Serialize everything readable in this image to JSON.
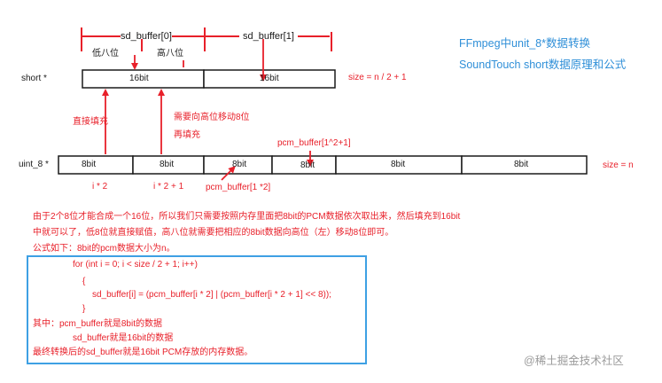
{
  "title": {
    "line1": "FFmpeg中unit_8*数据转换",
    "line2": "SoundTouch short数据原理和公式"
  },
  "labels": {
    "sd_buffer_0": "sd_buffer[0]",
    "sd_buffer_1": "sd_buffer[1]",
    "low_byte": "低八位",
    "high_byte": "高八位",
    "short_row": "short *",
    "uint8_row": "uint_8 *",
    "short_size": "size = n / 2 + 1",
    "uint8_size": "size = n",
    "direct_fill": "直接填充",
    "shift_fill_1": "需要向高位移动8位",
    "shift_fill_2": "再填充",
    "pcm_i2p1": "pcm_buffer[1^2+1]",
    "pcm_1x2": "pcm_buffer[1 *2]",
    "idx_i2": "i * 2",
    "idx_i2p1": "i * 2 + 1"
  },
  "short_cells": [
    "16bit",
    "16bit"
  ],
  "uint8_cells": [
    "8bit",
    "8bit",
    "8bit",
    "8bit",
    "8bit",
    "8bit"
  ],
  "explanation": {
    "line1": "由于2个8位才能合成一个16位，所以我们只需要按照内存里面把8bit的PCM数据依次取出来，然后填充到16bit",
    "line2": "中就可以了，低8位就直接赋值，高八位就需要把相应的8bit数据向高位（左）移动8位即可。",
    "line3": "公式如下：8bit的pcm数据大小为n。"
  },
  "code": {
    "line1": "for (int i = 0; i < size / 2 + 1; i++)",
    "line2": "{",
    "line3": "sd_buffer[i] = (pcm_buffer[i * 2] | (pcm_buffer[i * 2 + 1] << 8));",
    "line4": "}",
    "line5": "其中：pcm_buffer就是8bit的数据",
    "line6": "sd_buffer就是16bit的数据",
    "line7": "最终转换后的sd_buffer就是16bit PCM存放的内存数据。"
  },
  "watermark": "@稀土掘金技术社区",
  "colors": {
    "annotation": "#e8202a",
    "title": "#2f8fd8",
    "box": "#3ea0e4"
  }
}
